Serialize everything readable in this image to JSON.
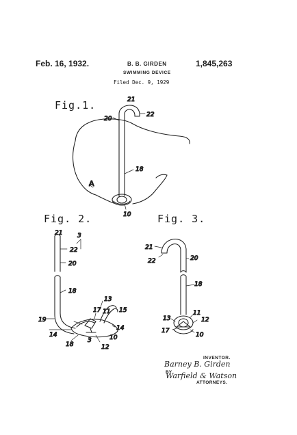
{
  "header": {
    "date": "Feb. 16, 1932.",
    "inventor_name": "B. B. GIRDEN",
    "patent_number": "1,845,263",
    "title": "SWIMMING DEVICE",
    "filed": "Filed Dec. 9, 1929"
  },
  "figures": {
    "fig1_label": "Fig.1.",
    "fig2_label": "Fig. 2.",
    "fig3_label": "Fig. 3."
  },
  "fig1_refs": {
    "r21": "21",
    "r22": "22",
    "r20": "20",
    "r18": "18",
    "r10": "10",
    "rA": "A"
  },
  "fig2_refs": {
    "r21": "21",
    "r22": "22",
    "r20": "20",
    "r18": "18",
    "r3": "3",
    "r13": "13",
    "r17": "17",
    "r11": "11",
    "r15": "15",
    "r19": "19",
    "r14a": "14",
    "r14b": "14",
    "r10": "10",
    "r18b": "18",
    "r12": "12",
    "r3b": "3"
  },
  "fig3_refs": {
    "r21": "21",
    "r22": "22",
    "r20": "20",
    "r18": "18",
    "r11": "11",
    "r12": "12",
    "r13": "13",
    "r17": "17",
    "r10": "10"
  },
  "signature": {
    "inventor_label": "INVENTOR.",
    "inventor_signature": "Barney B. Girden",
    "by_label": "BY",
    "attorney_signature": "Warfield & Watson",
    "attorneys_label": "ATTORNEYS."
  }
}
